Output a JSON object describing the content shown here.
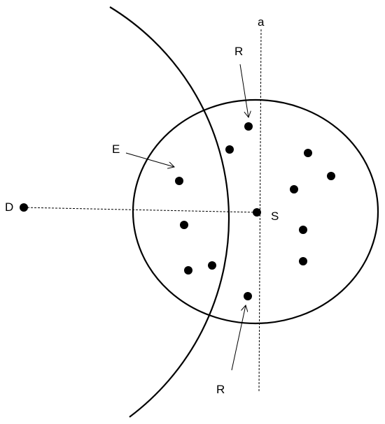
{
  "labels": {
    "a": "a",
    "r_top": "R",
    "e": "E",
    "d": "D",
    "s": "S",
    "r_bottom": "R"
  },
  "colors": {
    "stroke": "#000000",
    "background": "#ffffff"
  }
}
